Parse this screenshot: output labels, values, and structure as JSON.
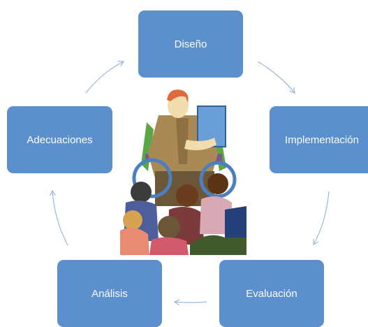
{
  "cycle": {
    "nodes": [
      {
        "label": "Diseño"
      },
      {
        "label": "Implementación"
      },
      {
        "label": "Evaluación"
      },
      {
        "label": "Análisis"
      },
      {
        "label": "Adecuaciones"
      }
    ]
  },
  "colors": {
    "node_fill": "#5b8fcd",
    "node_text": "#ffffff",
    "arrow": "#9bb7dc"
  },
  "illustration": {
    "subject": "teacher-reading-to-children"
  }
}
